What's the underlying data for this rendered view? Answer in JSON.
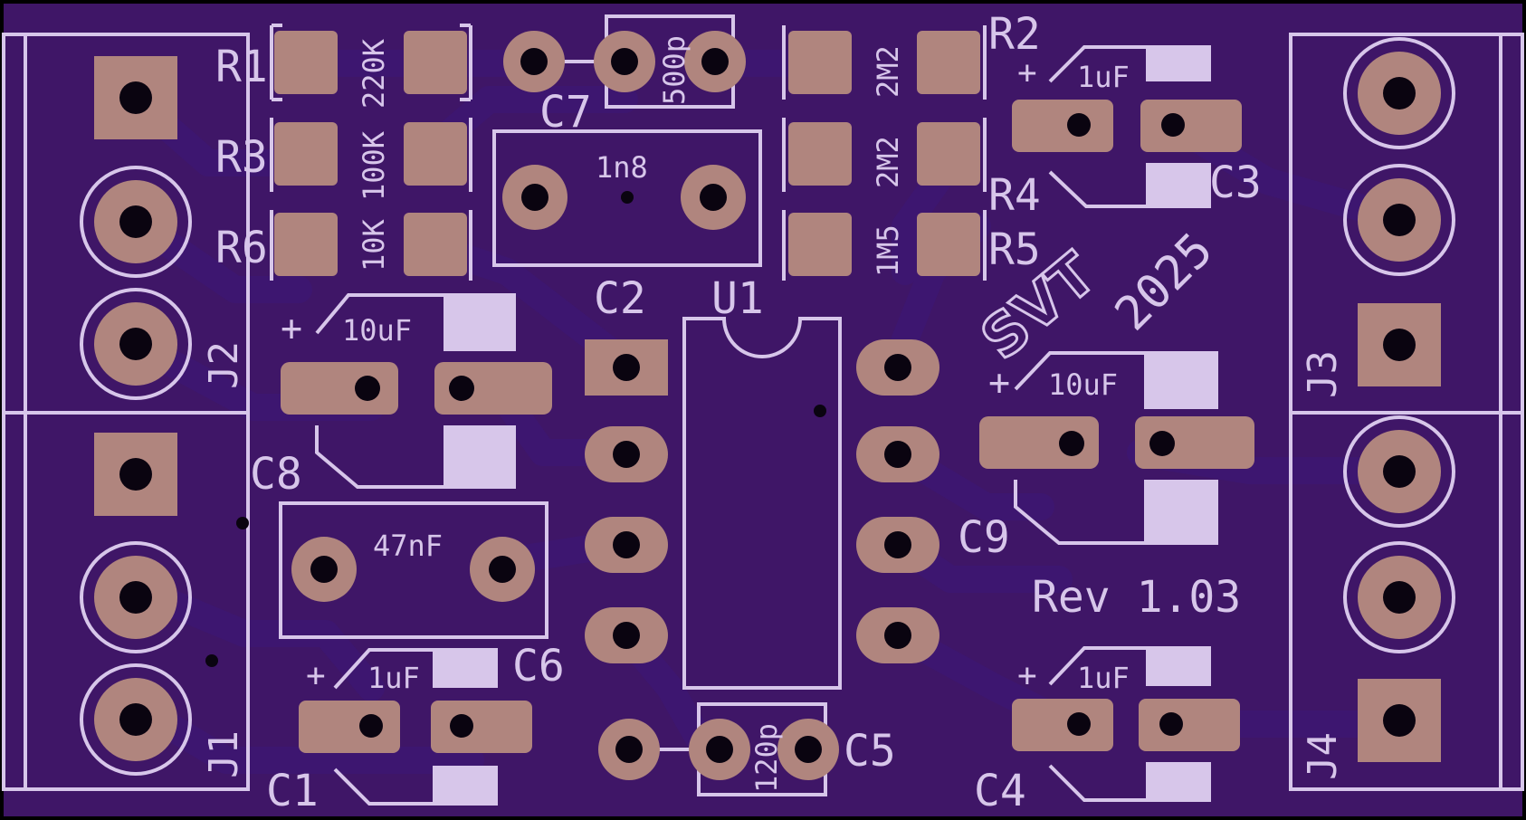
{
  "board": {
    "colors": {
      "background": "#000000",
      "substrate": "#3f1667",
      "soldermask_edge": "#2a0e4c",
      "copper_pad": "#b0857e",
      "silkscreen": "#d7c6ea",
      "drill_hole": "#0a0410"
    },
    "branding": {
      "logo": "SVT",
      "year": "2025",
      "revision": "Rev 1.03"
    }
  },
  "components": {
    "R1": {
      "ref": "R1",
      "value": "220K"
    },
    "R3": {
      "ref": "R3",
      "value": "100K"
    },
    "R6": {
      "ref": "R6",
      "value": "10K"
    },
    "R2": {
      "ref": "R2",
      "value": "2M2"
    },
    "R4": {
      "ref": "R4",
      "value": "2M2"
    },
    "R5": {
      "ref": "R5",
      "value": "1M5"
    },
    "C1": {
      "ref": "C1",
      "value": "1uF",
      "polarity": "+"
    },
    "C2": {
      "ref": "C2",
      "value": "1n8"
    },
    "C3": {
      "ref": "C3",
      "value": "1uF",
      "polarity": "+"
    },
    "C4": {
      "ref": "C4",
      "value": "1uF",
      "polarity": "+"
    },
    "C5": {
      "ref": "C5",
      "value": "120p"
    },
    "C6": {
      "ref": "C6",
      "value": "47nF"
    },
    "C7": {
      "ref": "C7",
      "value": "500p"
    },
    "C8": {
      "ref": "C8",
      "value": "10uF",
      "polarity": "+"
    },
    "C9": {
      "ref": "C9",
      "value": "10uF",
      "polarity": "+"
    },
    "U1": {
      "ref": "U1"
    },
    "J1": {
      "ref": "J1"
    },
    "J2": {
      "ref": "J2"
    },
    "J3": {
      "ref": "J3"
    },
    "J4": {
      "ref": "J4"
    }
  }
}
